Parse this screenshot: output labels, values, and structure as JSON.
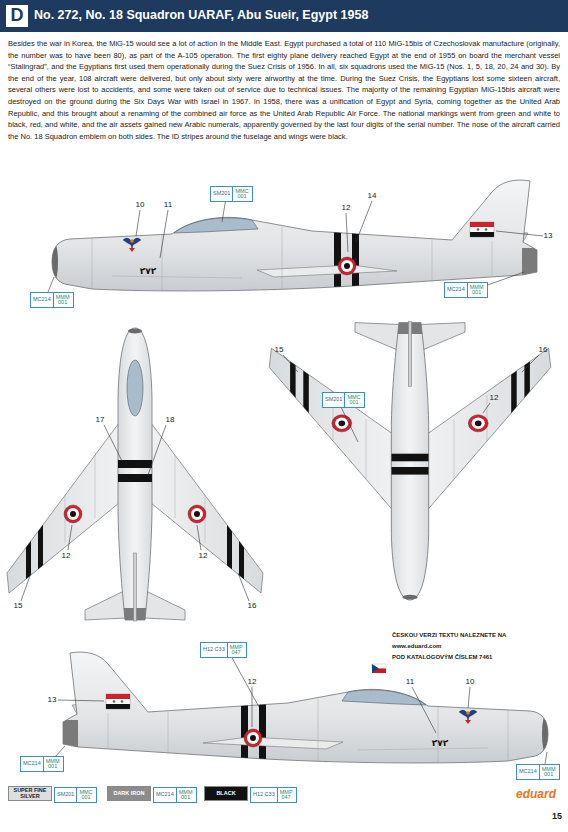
{
  "diagram": {
    "title": "No. 272, No. 18 Squadron UARAF, Abu Sueir, Egypt 1958",
    "nodes": [
      {
        "text": [
          "SM201",
          "MMC 001"
        ]
      },
      {
        "text": [
          "MC214",
          "MMM 001"
        ]
      },
      {
        "text": [
          "MC214",
          "MMM 001"
        ]
      },
      {
        "text": [
          "SM201",
          "MMC 001"
        ]
      },
      {
        "text": [
          "H12 C33",
          "MMP 047"
        ]
      },
      {
        "text": [
          "MC214",
          "MMM 001"
        ]
      },
      {
        "text": [
          "MC214",
          "MMM 001"
        ]
      },
      {
        "text": [
          "SM201",
          "MMC 001"
        ]
      },
      {
        "text": [
          "MC214",
          "MMM 001"
        ]
      },
      {
        "text": [
          "H12 C33",
          "MMP 047"
        ]
      }
    ],
    "labels": [
      "D",
      "Besides the war in Korea, the MiG-15 would see a lot of action in the Middle East. Egypt purchased a total of 110 MiG-15bis of Czechoslovak manufacture (originally, the number was to have been 80), as part of the A-105 operation. The first eighty plane delivery reached Egypt at the end of 1955 on board the merchant vessel “Stalingrad”, and the Egyptians first used them operationally during the Suez Crisis of 1956. In all, six squadrons used the MiG-15 (Nos. 1, 5, 18, 20, 24 and 30). By the end of the year, 108 aircraft were delivered, but only about sixty were airworthy at the time. During the Suez Crisis, the Egyptians lost some sixteen aircraft, several others were lost to accidents, and some were taken out of service due to technical issues. The majority of the remaining Egyptian MiG-15bis aircraft were destroyed on the ground during the Six Days War with Israel in 1967. In 1958, there was a unification of Egypt and Syria, coming together as the United Arab Republic, and this brought about a renaming of the combined air force as the United Arab Republic Air Force. The national markings went from green and white to black, red, and white, and the air assets gained new Arabic numerals, apparently governed by the last four digits of the serial number. The nose of the aircraft carried the No. 18 Squadron emblem on both sides. The ID stripes around the fuselage and wings were black.",
      "10",
      "11",
      "12",
      "14",
      "13",
      "٢٧٢",
      "17",
      "18",
      "15",
      "12",
      "12",
      "16",
      "15",
      "16",
      "12",
      "ČESKOU VERZI TEXTU NALEZNETE NA",
      "www.eduard.com",
      "POD KATALOGOVÝM ČÍSLEM 7461",
      "12",
      "11",
      "10",
      "13",
      "٢٧٢",
      "eduard",
      "15"
    ],
    "legend": [
      {
        "text": "SUPER FINE SILVER",
        "color": "#dcdfe2"
      },
      {
        "text": "DARK IRON",
        "color": "#8c8c8c"
      },
      {
        "text": "BLACK",
        "color": "#111111"
      }
    ]
  }
}
